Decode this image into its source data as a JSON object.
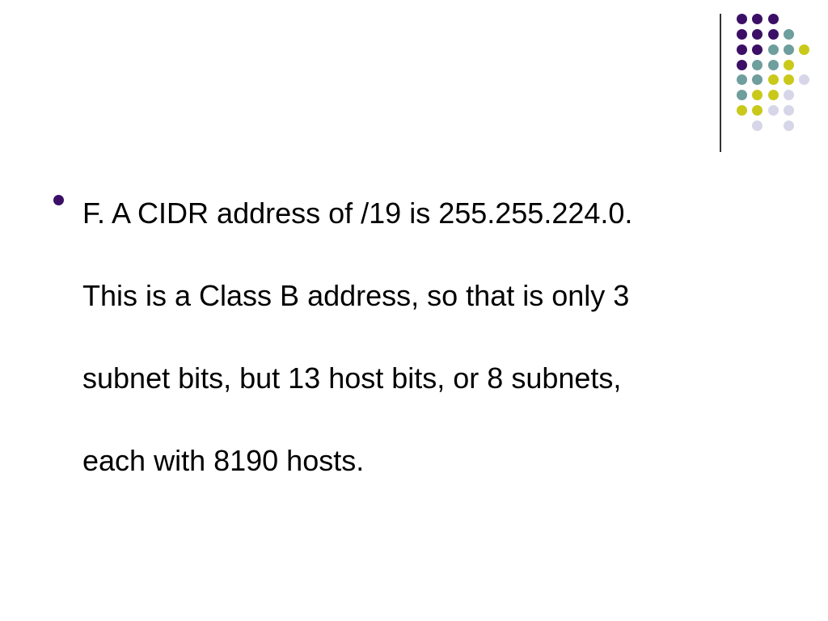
{
  "decoration": {
    "colors": {
      "purple": "#3b0f66",
      "teal": "#6e9e9d",
      "yellow": "#c9c91b",
      "lavender": "#d6d6e8",
      "divider": "#333333"
    }
  },
  "slide": {
    "bullet_lines": [
      "F. A CIDR address of /19 is 255.255.224.0.",
      "This is a Class B address, so that is only 3",
      "subnet bits, but 13 host bits, or 8 subnets,",
      "each with 8190 hosts."
    ]
  }
}
